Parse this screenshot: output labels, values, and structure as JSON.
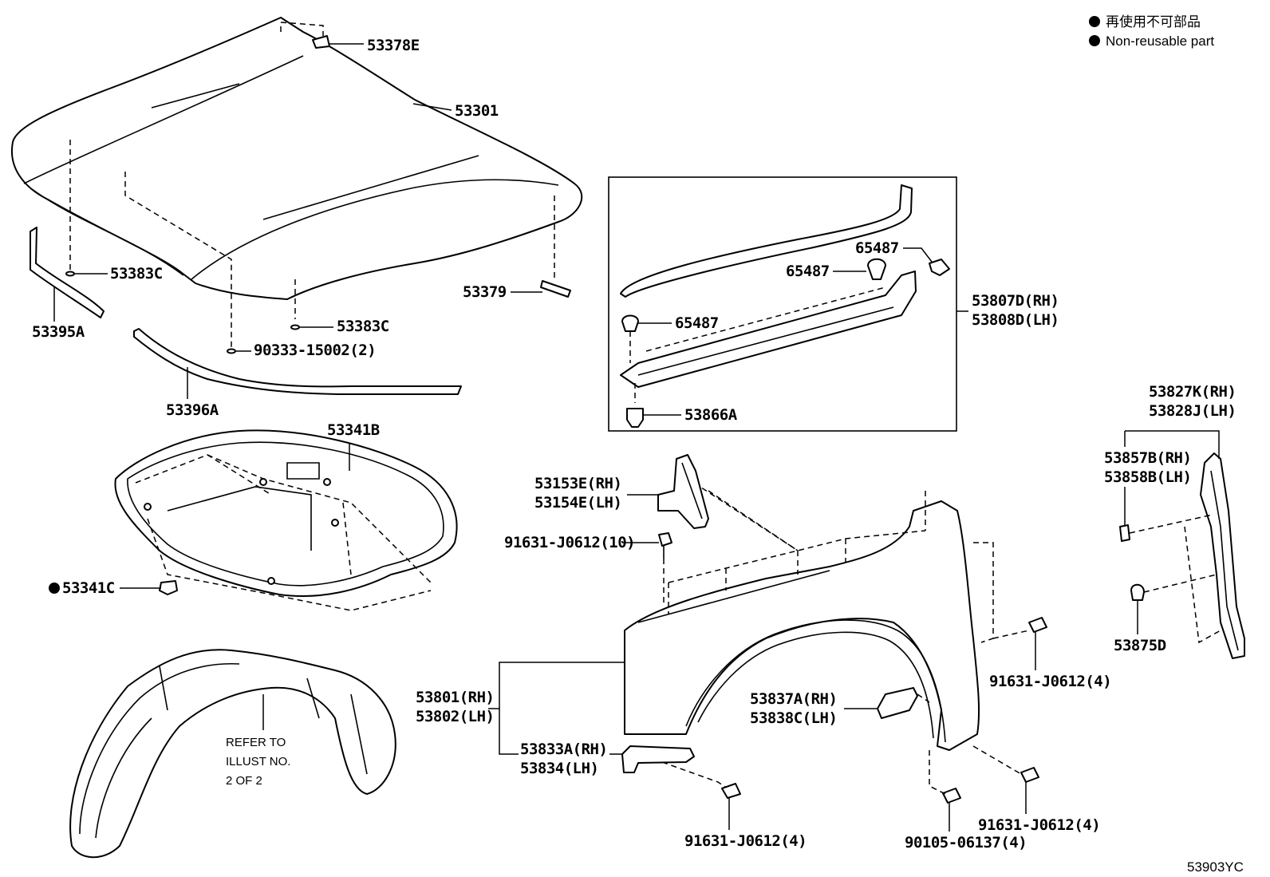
{
  "legend": {
    "japanese": "再使用不可部品",
    "english": "Non-reusable part"
  },
  "labels": {
    "p53378E": "53378E",
    "p53301": "53301",
    "p53383C_a": "53383C",
    "p53383C_b": "53383C",
    "p53395A": "53395A",
    "p53396A": "53396A",
    "p90333": "90333-15002(2)",
    "p53379": "53379",
    "p65487_a": "65487",
    "p65487_b": "65487",
    "p65487_c": "65487",
    "p53866A": "53866A",
    "p53807D": "53807D(RH)",
    "p53808D": "53808D(LH)",
    "p53341B": "53341B",
    "p53341C": "53341C",
    "p53153E": "53153E(RH)",
    "p53154E": "53154E(LH)",
    "p91631_10": "91631-J0612(10)",
    "p53827K": "53827K(RH)",
    "p53828J": "53828J(LH)",
    "p53857B": "53857B(RH)",
    "p53858B": "53858B(LH)",
    "p53875D": "53875D",
    "p91631_4a": "91631-J0612(4)",
    "p53801": "53801(RH)",
    "p53802": "53802(LH)",
    "p53837A": "53837A(RH)",
    "p53838C": "53838C(LH)",
    "p53833A": "53833A(RH)",
    "p53834": "53834(LH)",
    "p91631_4b": "91631-J0612(4)",
    "p90105": "90105-06137(4)",
    "p91631_4c": "91631-J0612(4)",
    "refer1": "REFER TO",
    "refer2": "ILLUST NO.",
    "refer3": "2 OF 2",
    "diagram_id": "53903YC"
  }
}
